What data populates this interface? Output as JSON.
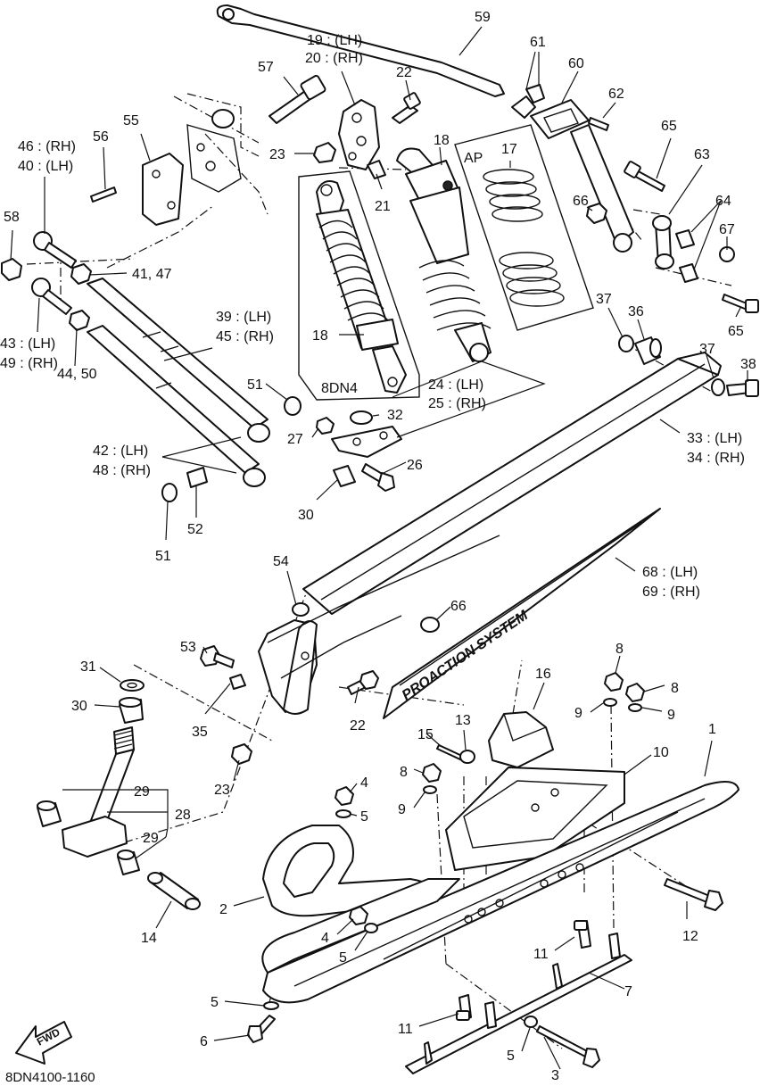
{
  "figure_code": "8DN4100-1160",
  "fwd_badge": "FWD",
  "box_labels": {
    "variant_box": "8DN4",
    "optional_box": "AP"
  },
  "callouts": [
    "59",
    "61",
    "60",
    "62",
    "19 : (LH)",
    "20 : (RH)",
    "22",
    "57",
    "18",
    "17",
    "65",
    "63",
    "46 : (RH)",
    "40 : (LH)",
    "56",
    "55",
    "23",
    "21",
    "66",
    "64",
    "67",
    "58",
    "41, 47",
    "37",
    "36",
    "65",
    "39 : (LH)",
    "45 : (RH)",
    "18",
    "43 : (LH)",
    "49 : (RH)",
    "37",
    "38",
    "44, 50",
    "51",
    "24 : (LH)",
    "25 : (RH)",
    "32",
    "27",
    "33 : (LH)",
    "34 : (RH)",
    "42 : (LH)",
    "48 : (RH)",
    "26",
    "30",
    "52",
    "51",
    "68 : (LH)",
    "69 : (RH)",
    "54",
    "66",
    "53",
    "31",
    "35",
    "22",
    "8",
    "16",
    "8",
    "9",
    "9",
    "30",
    "15",
    "13",
    "1",
    "10",
    "23",
    "8",
    "4",
    "9",
    "29",
    "28",
    "5",
    "29",
    "2",
    "14",
    "12",
    "4",
    "5",
    "11",
    "7",
    "5",
    "11",
    "6",
    "5",
    "3"
  ],
  "decal_text": "PROACTION SYSTEM"
}
